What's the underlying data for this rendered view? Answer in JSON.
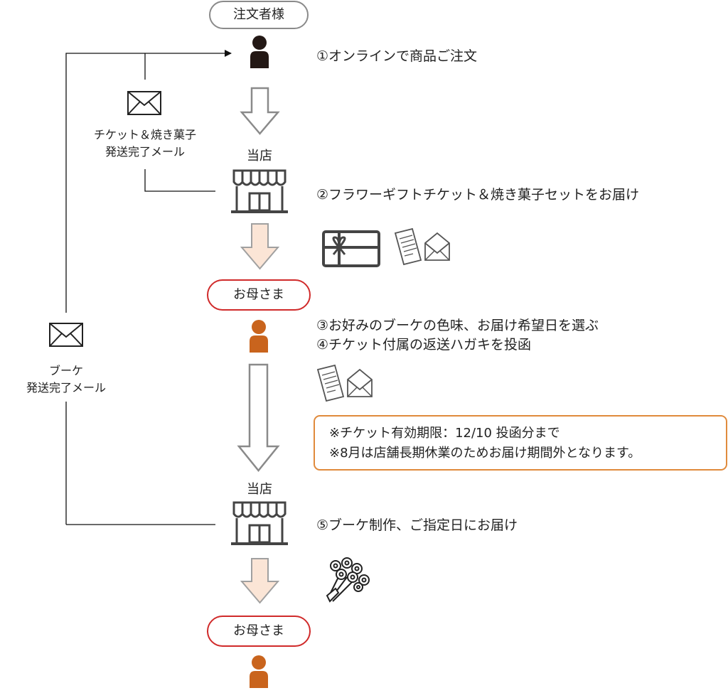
{
  "nodes": {
    "customer": "注文者様",
    "store1": "当店",
    "mother1": "お母さま",
    "store2": "当店",
    "mother2": "お母さま"
  },
  "steps": {
    "s1": "①オンラインで商品ご注文",
    "s2": "②フラワーギフトチケット＆焼き菓子セットをお届け",
    "s3": "③お好みのブーケの色味、お届け希望日を選ぶ",
    "s4": "④チケット付属の返送ハガキを投函",
    "s5": "⑤ブーケ制作、ご指定日にお届け"
  },
  "mails": {
    "mail1_line1": "チケット＆焼き菓子",
    "mail1_line2": "発送完了メール",
    "mail2_line1": "ブーケ",
    "mail2_line2": "発送完了メール"
  },
  "notice": {
    "line1": "※チケット有効期限：12/10 投函分まで",
    "line2": "※8月は店舗長期休業のためお届け期間外となります。"
  },
  "colors": {
    "customer_person": "#231815",
    "mother_person": "#c9641d",
    "pill_red": "#d02a2a",
    "pill_gray": "#8a8a8a",
    "arrow_filled": "#fbe5d6",
    "notice_border": "#e08a3c"
  },
  "icons": [
    "person-icon",
    "store-icon",
    "envelope-icon",
    "gift-ticket-icon",
    "letter-icon",
    "bouquet-icon"
  ]
}
